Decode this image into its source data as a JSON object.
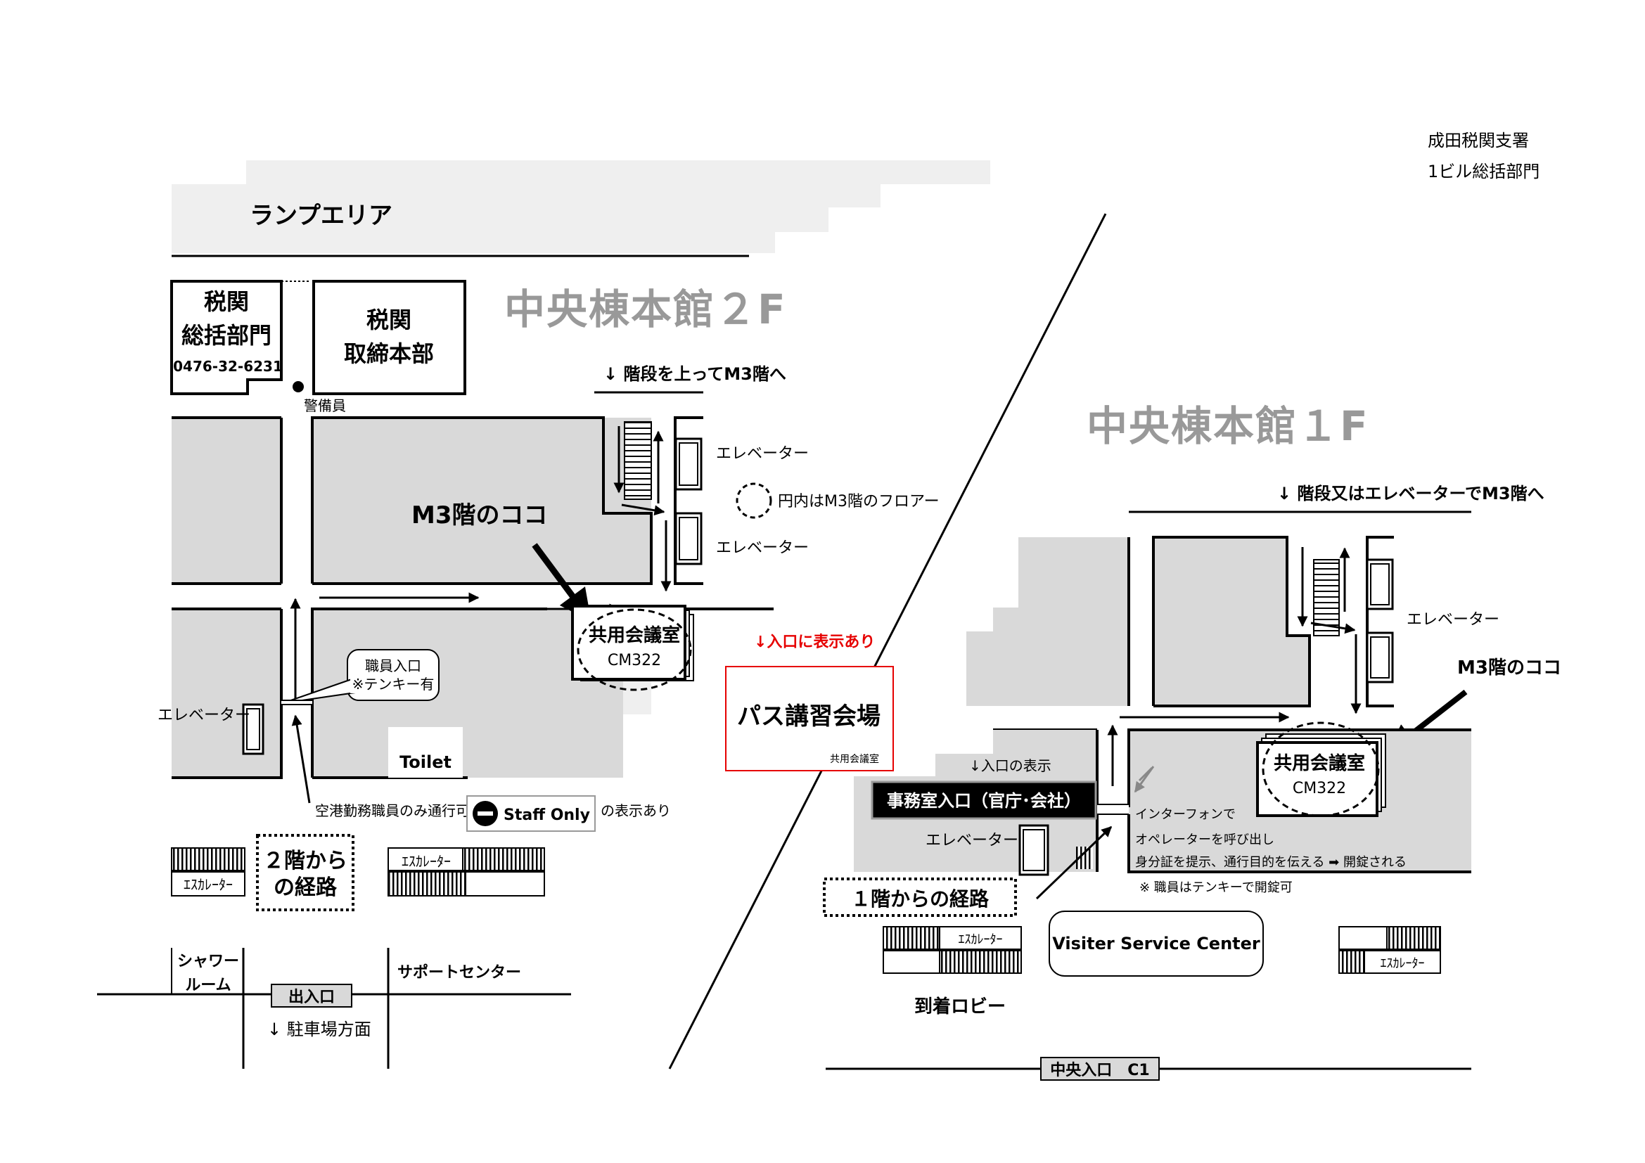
{
  "header": {
    "office": "成田税関支署",
    "section": "1ビル総括部門"
  },
  "floor2": {
    "title": "中央棟本館２F",
    "ramp_area": "ランプエリア",
    "customs_general_line1": "税関",
    "customs_general_line2": "総括部門",
    "phone": "0476-32-6231",
    "customs_enforcement_line1": "税関",
    "customs_enforcement_line2": "取締本部",
    "guard": "警備員",
    "stairs_up_note": "↓ 階段を上ってM3階へ",
    "elevator_top": "エレベーター",
    "elevator_mid": "エレベーター",
    "circle_note": "円内はM3階のフロアー",
    "m3_here": "M3階のココ",
    "room_name": "共用会議室",
    "room_code": "CM322",
    "staff_entrance": "職員入口",
    "keypad": "※テンキー有",
    "elevator_left": "エレベーター",
    "toilet": "Toilet",
    "airport_staff_only": "空港勤務職員のみ通行可",
    "staff_only_sign": "Staff Only",
    "sign_note": "の表示あり",
    "route_line1": "２階から",
    "route_line2": "の経路",
    "escalator_left": "ｴｽｶﾚｰﾀｰ",
    "escalator_right": "ｴｽｶﾚｰﾀｰ",
    "shower_line1": "シャワー",
    "shower_line2": "ルーム",
    "exit": "出入口",
    "support_center": "サポートセンター",
    "parking": "↓ 駐車場方面"
  },
  "entrance_sign": {
    "note": "↓入口に表示あり",
    "title": "パス講習会場",
    "sub": "共用会議室",
    "note_color": "#e60000"
  },
  "floor1": {
    "title": "中央棟本館１F",
    "stairs_note": "↓ 階段又はエレベーターでM3階へ",
    "elevator_right": "エレベーター",
    "m3_here": "M3階のココ",
    "room_name": "共用会議室",
    "room_code": "CM322",
    "entrance_display": "↓入口の表示",
    "office_entrance": "事務室入口（官庁･会社）",
    "elevator_lower": "エレベーター",
    "intercom": "インターフォンで",
    "call_operator": "オペレーターを呼び出し",
    "show_id": "身分証を提示、通行目的を伝える ➡ 開錠される",
    "staff_note": "※ 職員はテンキーで開錠可",
    "route_from_1f": "１階からの経路",
    "escalator_left": "ｴｽｶﾚｰﾀｰ",
    "escalator_right": "ｴｽｶﾚｰﾀｰ",
    "visitor_center": "Visiter Service Center",
    "arrival_lobby": "到着ロビー",
    "central_entrance": "中央入口　C1"
  }
}
